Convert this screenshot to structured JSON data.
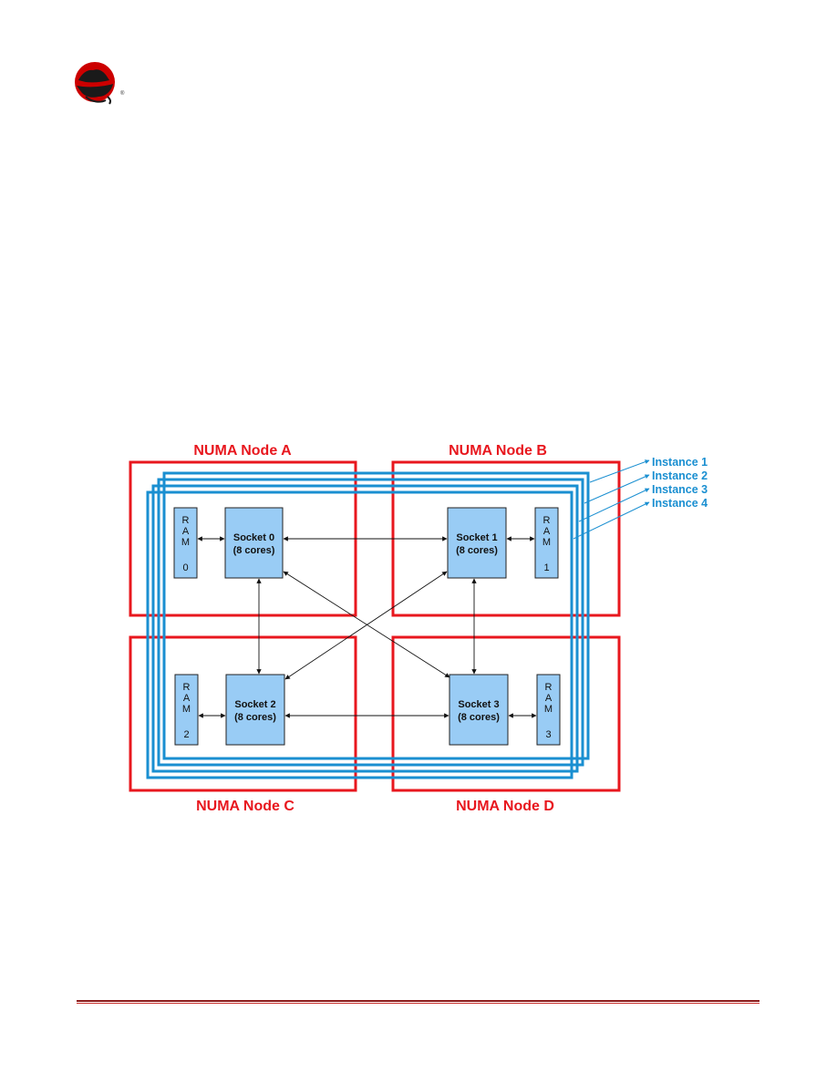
{
  "brand": {
    "logo_icon": "red-hat-shadowman-icon",
    "trademark": "®"
  },
  "diagram": {
    "numa_nodes": [
      {
        "id": "A",
        "label": "NUMA Node A"
      },
      {
        "id": "B",
        "label": "NUMA Node B"
      },
      {
        "id": "C",
        "label": "NUMA Node C"
      },
      {
        "id": "D",
        "label": "NUMA Node D"
      }
    ],
    "sockets": [
      {
        "id": 0,
        "line1": "Socket 0",
        "line2": "(8 cores)"
      },
      {
        "id": 1,
        "line1": "Socket 1",
        "line2": "(8 cores)"
      },
      {
        "id": 2,
        "line1": "Socket 2",
        "line2": "(8 cores)"
      },
      {
        "id": 3,
        "line1": "Socket 3",
        "line2": "(8 cores)"
      }
    ],
    "ram": [
      {
        "id": 0,
        "letters": [
          "R",
          "A",
          "M"
        ],
        "num": "0"
      },
      {
        "id": 1,
        "letters": [
          "R",
          "A",
          "M"
        ],
        "num": "1"
      },
      {
        "id": 2,
        "letters": [
          "R",
          "A",
          "M"
        ],
        "num": "2"
      },
      {
        "id": 3,
        "letters": [
          "R",
          "A",
          "M"
        ],
        "num": "3"
      }
    ],
    "instances": [
      "Instance 1",
      "Instance 2",
      "Instance 3",
      "Instance 4"
    ],
    "colors": {
      "numa": "#e8171e",
      "instance": "#1a8fd1",
      "box_fill": "#99ccf5",
      "box_stroke": "#222222"
    }
  },
  "footer": {
    "rule_color": "#8b1a1a"
  }
}
